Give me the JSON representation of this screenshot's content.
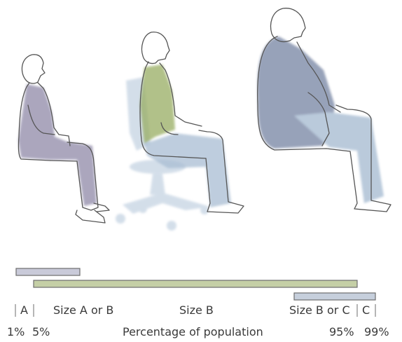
{
  "size_labels": {
    "a": "A",
    "a_or_b": "Size A or B",
    "b": "Size B",
    "b_or_c": "Size B or C",
    "c": "C"
  },
  "percent_labels": {
    "p1": "1%",
    "p5": "5%",
    "axis_title": "Percentage of population",
    "p95": "95%",
    "p99": "99%"
  },
  "colors": {
    "bar_a": "#c9cad9",
    "bar_b": "#c5cfa6",
    "bar_c": "#c6cfdc",
    "figure_a_clothing": "#8f89a8",
    "figure_b_shirt": "#98ad62",
    "figure_b_pants": "#a9bdd3",
    "figure_c_clothing": "#7e8ba8",
    "chair": "#b7c9dc"
  }
}
